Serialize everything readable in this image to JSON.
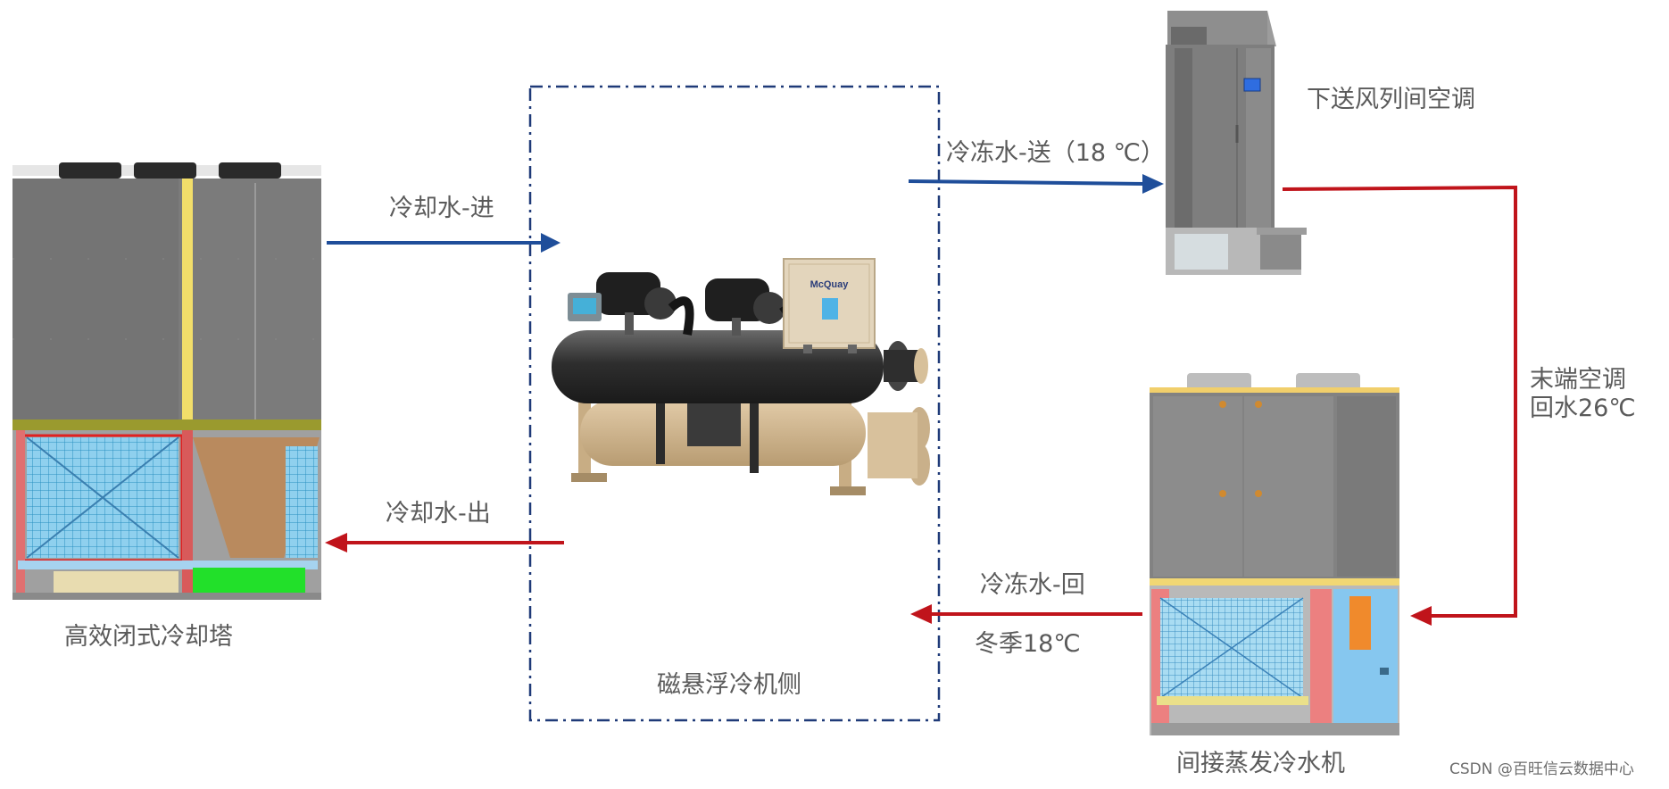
{
  "colors": {
    "supply_arrow": "#1f4e9a",
    "return_arrow": "#c0141b",
    "boundary": "#1f3a78",
    "label_text": "#5a5a5a"
  },
  "labels": {
    "cooling_tower": "高效闭式冷却塔",
    "cooling_in": "冷却水-进",
    "cooling_out": "冷却水-出",
    "maglev_side": "磁悬浮冷机侧",
    "chilled_supply": "冷冻水-送（18 ℃）",
    "crac_unit": "下送风列间空调",
    "terminal_return_line1": "末端空调",
    "terminal_return_line2": "回水26℃",
    "chilled_return": "冷冻水-回",
    "winter_temp": "冬季18℃",
    "indirect_evap_chiller": "间接蒸发冷水机"
  },
  "watermark": "CSDN @百旺信云数据中心",
  "chiller_brand": "McQuay"
}
